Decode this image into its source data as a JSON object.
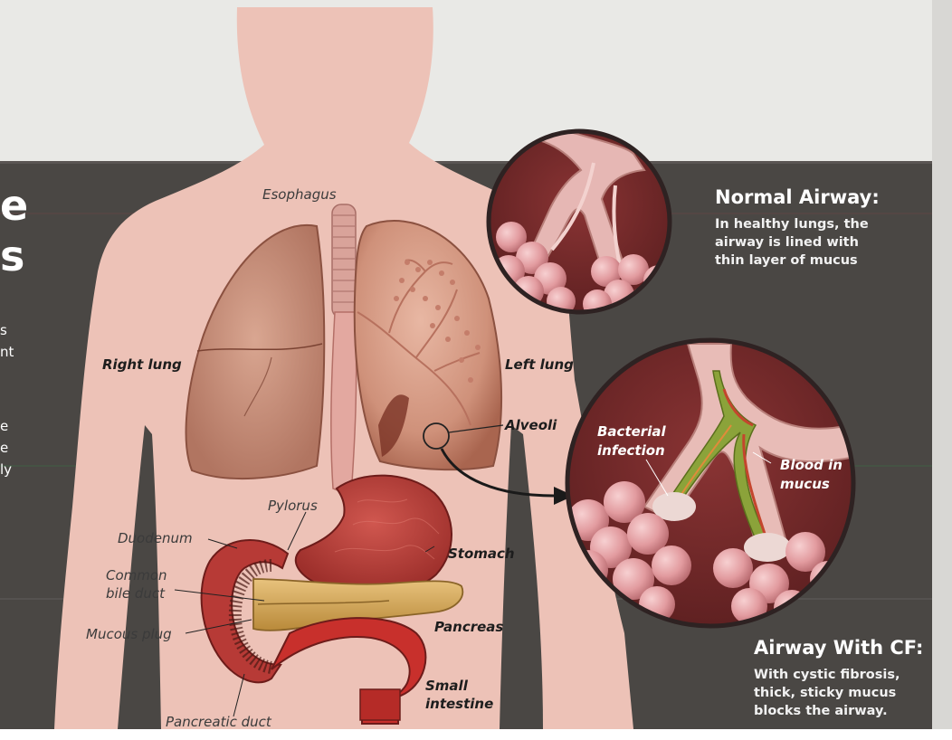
{
  "left_panel_fragments": {
    "heading_lines": [
      "e",
      "s"
    ],
    "body_lines": [
      "s",
      "nt",
      "e",
      "e",
      "ly"
    ]
  },
  "labels": {
    "esophagus": "Esophagus",
    "right_lung": "Right lung",
    "left_lung": "Left lung",
    "alveoli": "Alveoli",
    "pylorus": "Pylorus",
    "duodenum": "Duodenum",
    "stomach": "Stomach",
    "common_bile_duct": [
      "Common",
      "bile duct"
    ],
    "mucous_plug": "Mucous plug",
    "pancreas": "Pancreas",
    "small_intestine": [
      "Small",
      "intestine"
    ],
    "pancreatic_duct": "Pancreatic duct",
    "bacterial_infection": [
      "Bacterial",
      "infection"
    ],
    "blood_in_mucus": [
      "Blood in",
      "mucus"
    ]
  },
  "normal_airway": {
    "title": "Normal Airway:",
    "lines": [
      "In healthy lungs, the",
      "airway is lined with",
      "thin layer of mucus"
    ]
  },
  "cf_airway": {
    "title": "Airway With CF:",
    "lines": [
      "With cystic fibrosis,",
      "thick, sticky mucus",
      "blocks the airway."
    ]
  },
  "colors": {
    "panel_dark": "#4a4744",
    "body_pink": "#edc2b7",
    "lung": "#c98e79",
    "circle_border": "#2e2222",
    "alveolus": "#e6a3a6",
    "mucus_green": "#8ba33a"
  }
}
